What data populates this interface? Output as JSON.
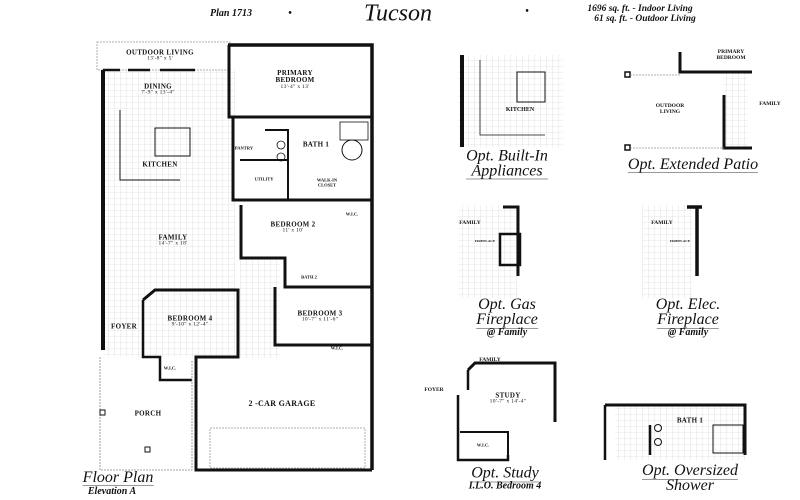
{
  "header": {
    "plan_number": "Plan 1713",
    "separator": "•",
    "plan_name": "Tucson",
    "indoor_living": "1696 sq. ft. - Indoor Living",
    "outdoor_living": "61 sq. ft. - Outdoor Living"
  },
  "main_plan": {
    "caption": "Floor Plan",
    "elevation": "Elevation A",
    "rooms": {
      "outdoor_living": {
        "name": "OUTDOOR LIVING",
        "dim": "13'-8\" x 5'"
      },
      "dining": {
        "name": "DINING",
        "dim": "7'-9\" x 13'-4\""
      },
      "kitchen": {
        "name": "KITCHEN"
      },
      "family": {
        "name": "FAMILY",
        "dim": "14'-7\" x 18'"
      },
      "primary_bedroom": {
        "name": "PRIMARY BEDROOM",
        "dim": "13'-4\" x 13'"
      },
      "bath1": {
        "name": "BATH 1"
      },
      "pantry": {
        "name": "PANTRY"
      },
      "utility": {
        "name": "UTILITY"
      },
      "walk_in_closet": {
        "name": "WALK-IN CLOSET"
      },
      "wic": {
        "name": "W.I.C."
      },
      "bedroom2": {
        "name": "BEDROOM 2",
        "dim": "11' x 10'"
      },
      "bath2": {
        "name": "BATH 2"
      },
      "bedroom3": {
        "name": "BEDROOM 3",
        "dim": "10'-7\" x 11'-6\""
      },
      "bedroom4": {
        "name": "BEDROOM 4",
        "dim": "9'-10\" x 12'-4\""
      },
      "foyer": {
        "name": "FOYER"
      },
      "porch": {
        "name": "PORCH"
      },
      "garage": {
        "name": "2 -CAR GARAGE"
      }
    }
  },
  "options": [
    {
      "title": "Opt. Built-In",
      "title2": "Appliances",
      "labels": [
        "KITCHEN"
      ]
    },
    {
      "title": "Opt. Extended Patio",
      "labels": [
        "PRIMARY BEDROOM",
        "OUTDOOR LIVING",
        "FAMILY"
      ]
    },
    {
      "title": "Opt. Gas",
      "title2": "Fireplace",
      "subtitle": "@ Family",
      "labels": [
        "FAMILY",
        "FIREPLACE"
      ]
    },
    {
      "title": "Opt. Elec.",
      "title2": "Fireplace",
      "subtitle": "@ Family",
      "labels": [
        "FAMILY",
        "FIREPLACE"
      ]
    },
    {
      "title": "Opt. Study",
      "subtitle": "I.L.O.  Bedroom 4",
      "labels": [
        "FAMILY",
        "FOYER",
        "STUDY",
        "10'-7\" x 14'-4\"",
        "W.I.C."
      ]
    },
    {
      "title": "Opt. Oversized",
      "title2": "Shower",
      "labels": [
        "BATH 1"
      ]
    }
  ],
  "colors": {
    "wall": "#111111",
    "grid": "#c8c8c8",
    "background": "#ffffff"
  }
}
